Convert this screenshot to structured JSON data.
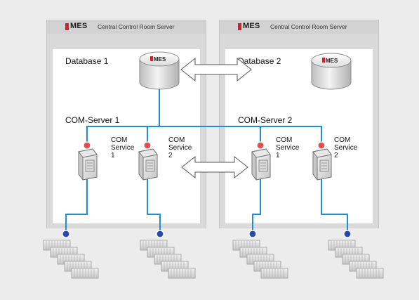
{
  "servers": [
    {
      "brand": "MES",
      "title": "Central Control Room Server"
    },
    {
      "brand": "MES",
      "title": "Central Control Room Server"
    }
  ],
  "databases": [
    {
      "label": "Database 1",
      "logo": "MES"
    },
    {
      "label": "Database 2",
      "logo": "MES"
    }
  ],
  "com_servers": [
    {
      "label": "COM-Server 1"
    },
    {
      "label": "COM-Server 2"
    }
  ],
  "services": [
    {
      "label": "COM\nService\n1"
    },
    {
      "label": "COM\nService\n2"
    },
    {
      "label": "COM\nService\n1"
    },
    {
      "label": "COM\nService\n2"
    }
  ],
  "colors": {
    "link": "#1e8fd0",
    "port_red": "#e05050",
    "port_blue": "#2a48b0",
    "brand_red": "#d2232a"
  }
}
